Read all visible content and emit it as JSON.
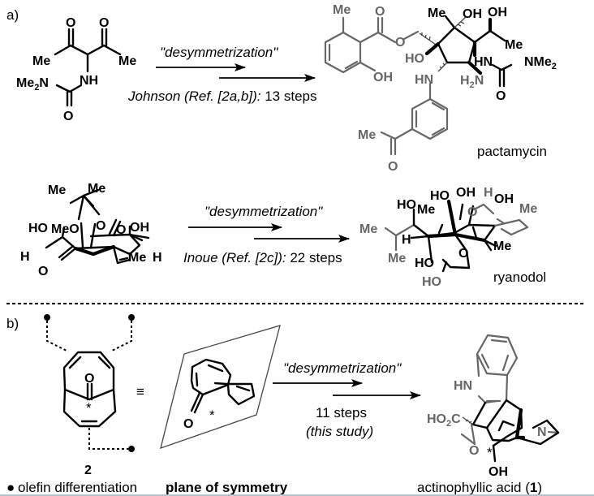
{
  "panel_a": {
    "label": "a)",
    "scheme1": {
      "starting_material_atoms": {
        "o1": "O",
        "o2": "O",
        "me1": "Me",
        "me2": "Me",
        "nme2": "Me",
        "nme2_sub": "2",
        "nme2_n": "N",
        "nh": "NH",
        "o3": "O"
      },
      "arrow_label_top": "\"desymmetrization\"",
      "arrow_label_bottom_ref": "Johnson (Ref. [2a,b]):",
      "arrow_label_bottom_steps": " 13 steps",
      "product_name": "pactamycin",
      "product_atoms": {
        "me_aryl": "Me",
        "o_carbonyl": "O",
        "o_ester": "O",
        "oh_aryl": "OH",
        "ho_ring": "HO",
        "hn_aryl": "HN",
        "me_top": "Me",
        "oh_top": "OH",
        "oh_side": "OH",
        "me_side": "Me",
        "hn_urea": "HN",
        "nme2": "NMe",
        "nme2_sub": "2",
        "h2n": "H",
        "h2n_sub": "2",
        "h2n_n": "N",
        "o_urea": "O",
        "me_acetyl": "Me",
        "o_acetyl": "O"
      }
    },
    "scheme2": {
      "starting_material_atoms": {
        "me1": "Me",
        "me2": "Me",
        "ho": "HO",
        "meo": "MeO",
        "o_ket": "O",
        "oh": "OH",
        "h_left": "H",
        "me_right": "Me",
        "h_right": "H",
        "o_bottom": "O",
        "o_ring": "O"
      },
      "arrow_label_top": "\"desymmetrization\"",
      "arrow_label_bottom_ref": "Inoue (Ref. [2c]):",
      "arrow_label_bottom_steps": " 22 steps",
      "product_name": "ryanodol",
      "product_atoms": {
        "ho1": "HO",
        "oh1": "OH",
        "h_top": "H",
        "oh2": "OH",
        "ho2": "HO",
        "me1": "Me",
        "o_gray": "O",
        "me_gray": "Me",
        "me_ipr1": "Me",
        "me_ipr2": "Me",
        "h_left": "H",
        "o_bridge": "O",
        "me_right": "Me",
        "ho3": "HO",
        "ho4": "HO"
      }
    }
  },
  "panel_b": {
    "label": "b)",
    "compound_number": "2",
    "compound_atoms": {
      "o": "O",
      "star": "*"
    },
    "equiv_symbol": "≡",
    "plane_atoms": {
      "o": "O",
      "star": "*"
    },
    "arrow_label_top": "\"desymmetrization\"",
    "arrow_label_steps": "11 steps",
    "arrow_label_study": "(this study)",
    "product_name_prefix": "actinophyllic acid (",
    "product_number": "1",
    "product_name_suffix": ")",
    "product_atoms": {
      "hn": "HN",
      "ho2c": "HO",
      "ho2c_sub": "2",
      "ho2c_c": "C",
      "n": "N",
      "o": "O",
      "star": "*",
      "oh": "OH"
    },
    "legend_bullet": "●",
    "legend_olefin": "olefin differentiation",
    "legend_plane": "plane of symmetry"
  }
}
